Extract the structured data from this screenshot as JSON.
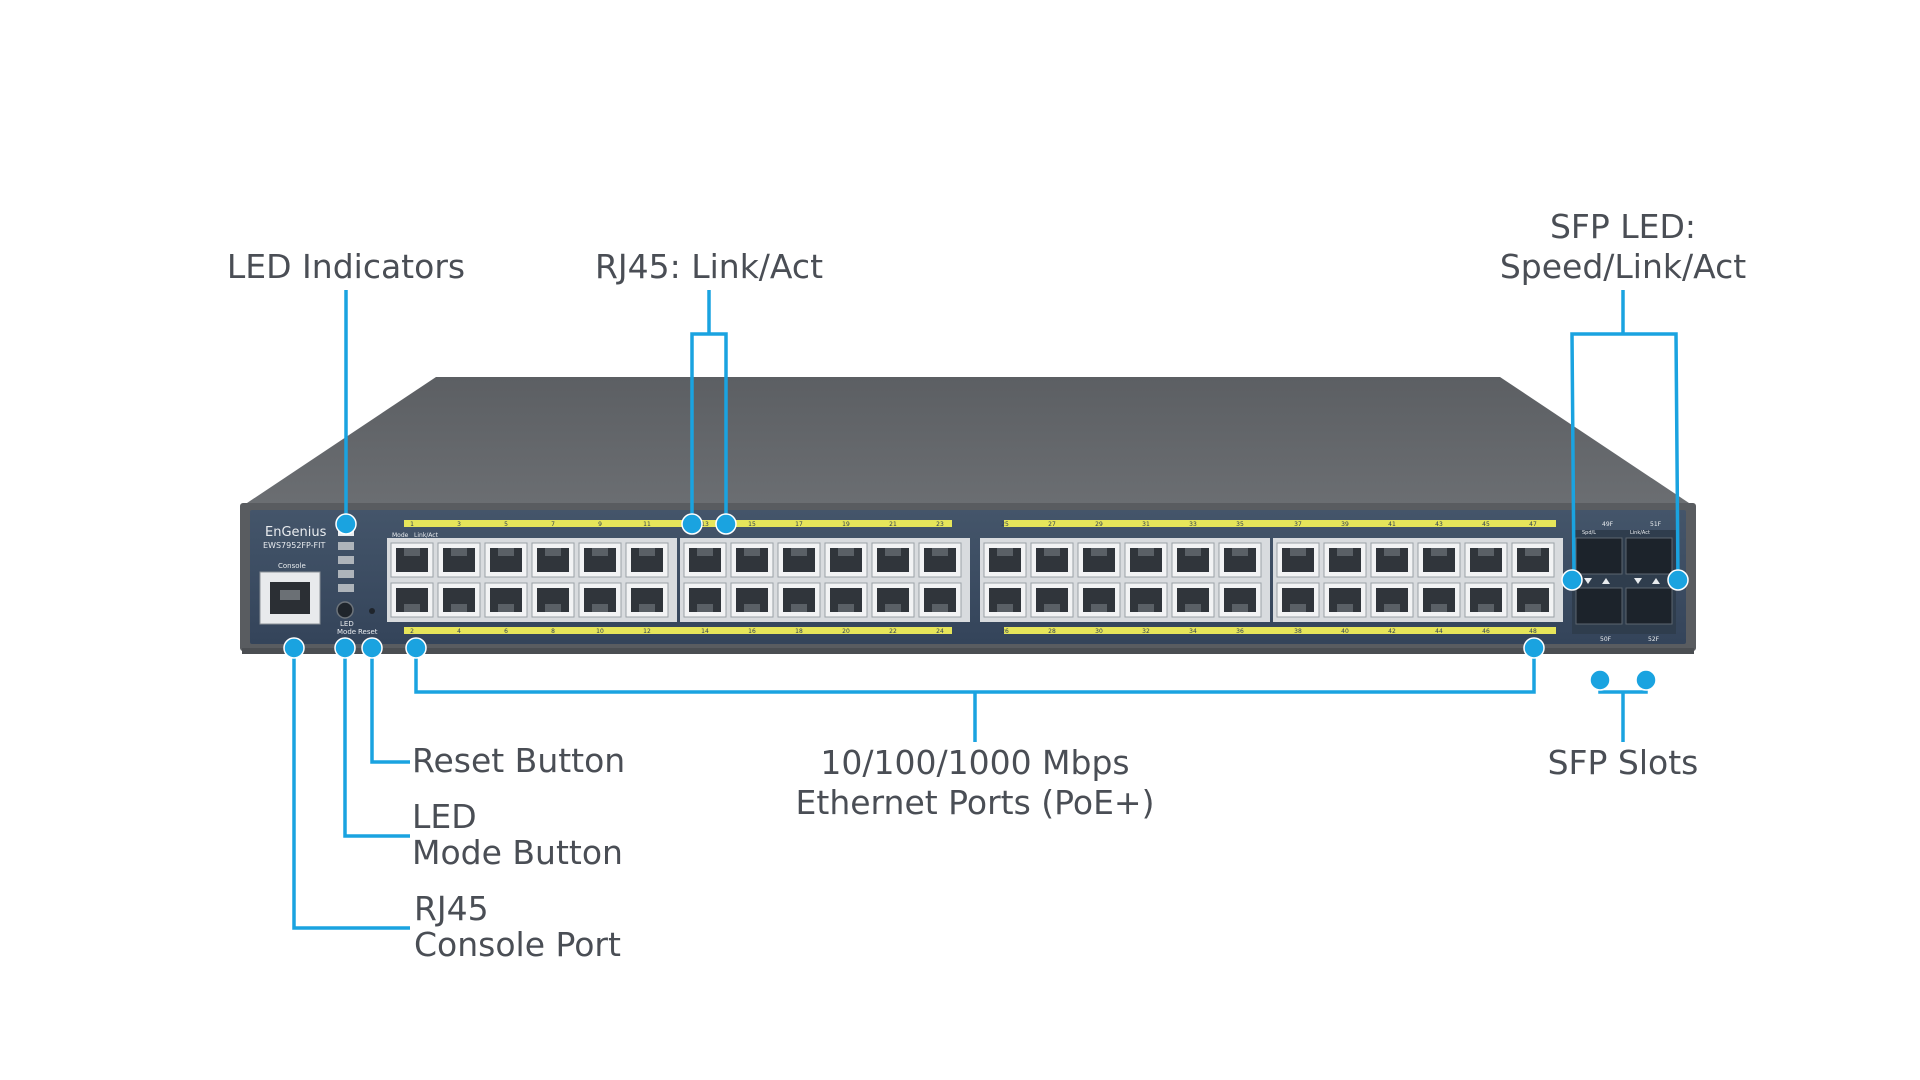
{
  "callouts": {
    "led_indicators": "LED Indicators",
    "rj45_link_act": "RJ45: Link/Act",
    "sfp_led_line1": "SFP LED:",
    "sfp_led_line2": "Speed/Link/Act",
    "reset_button": "Reset Button",
    "led_mode_line1": "LED",
    "led_mode_line2": "Mode Button",
    "console_line1": "RJ45",
    "console_line2": "Console Port",
    "ethernet_line1": "10/100/1000 Mbps",
    "ethernet_line2": "Ethernet Ports (PoE+)",
    "sfp_slots": "SFP Slots"
  },
  "device": {
    "brand": "EnGenius",
    "model": "EWS7952FP-FIT",
    "console_label": "Console",
    "led_mode_label_1": "LED",
    "led_mode_label_2": "Mode",
    "reset_label": "Reset",
    "mode_label": "Mode",
    "link_act_label": "Link/Act",
    "sfp_top_left": "49F",
    "sfp_top_right": "51F",
    "sfp_bottom_left": "50F",
    "sfp_bottom_right": "52F",
    "sfp_spd_label": "Spd/L",
    "sfp_link_label": "Link/Act"
  },
  "colors": {
    "accent": "#1aa3e0",
    "chassis_top": "#616467",
    "front_panel": "#3a4a5c",
    "led_strip": "#e6e55a",
    "label_text": "#4a4e55"
  }
}
